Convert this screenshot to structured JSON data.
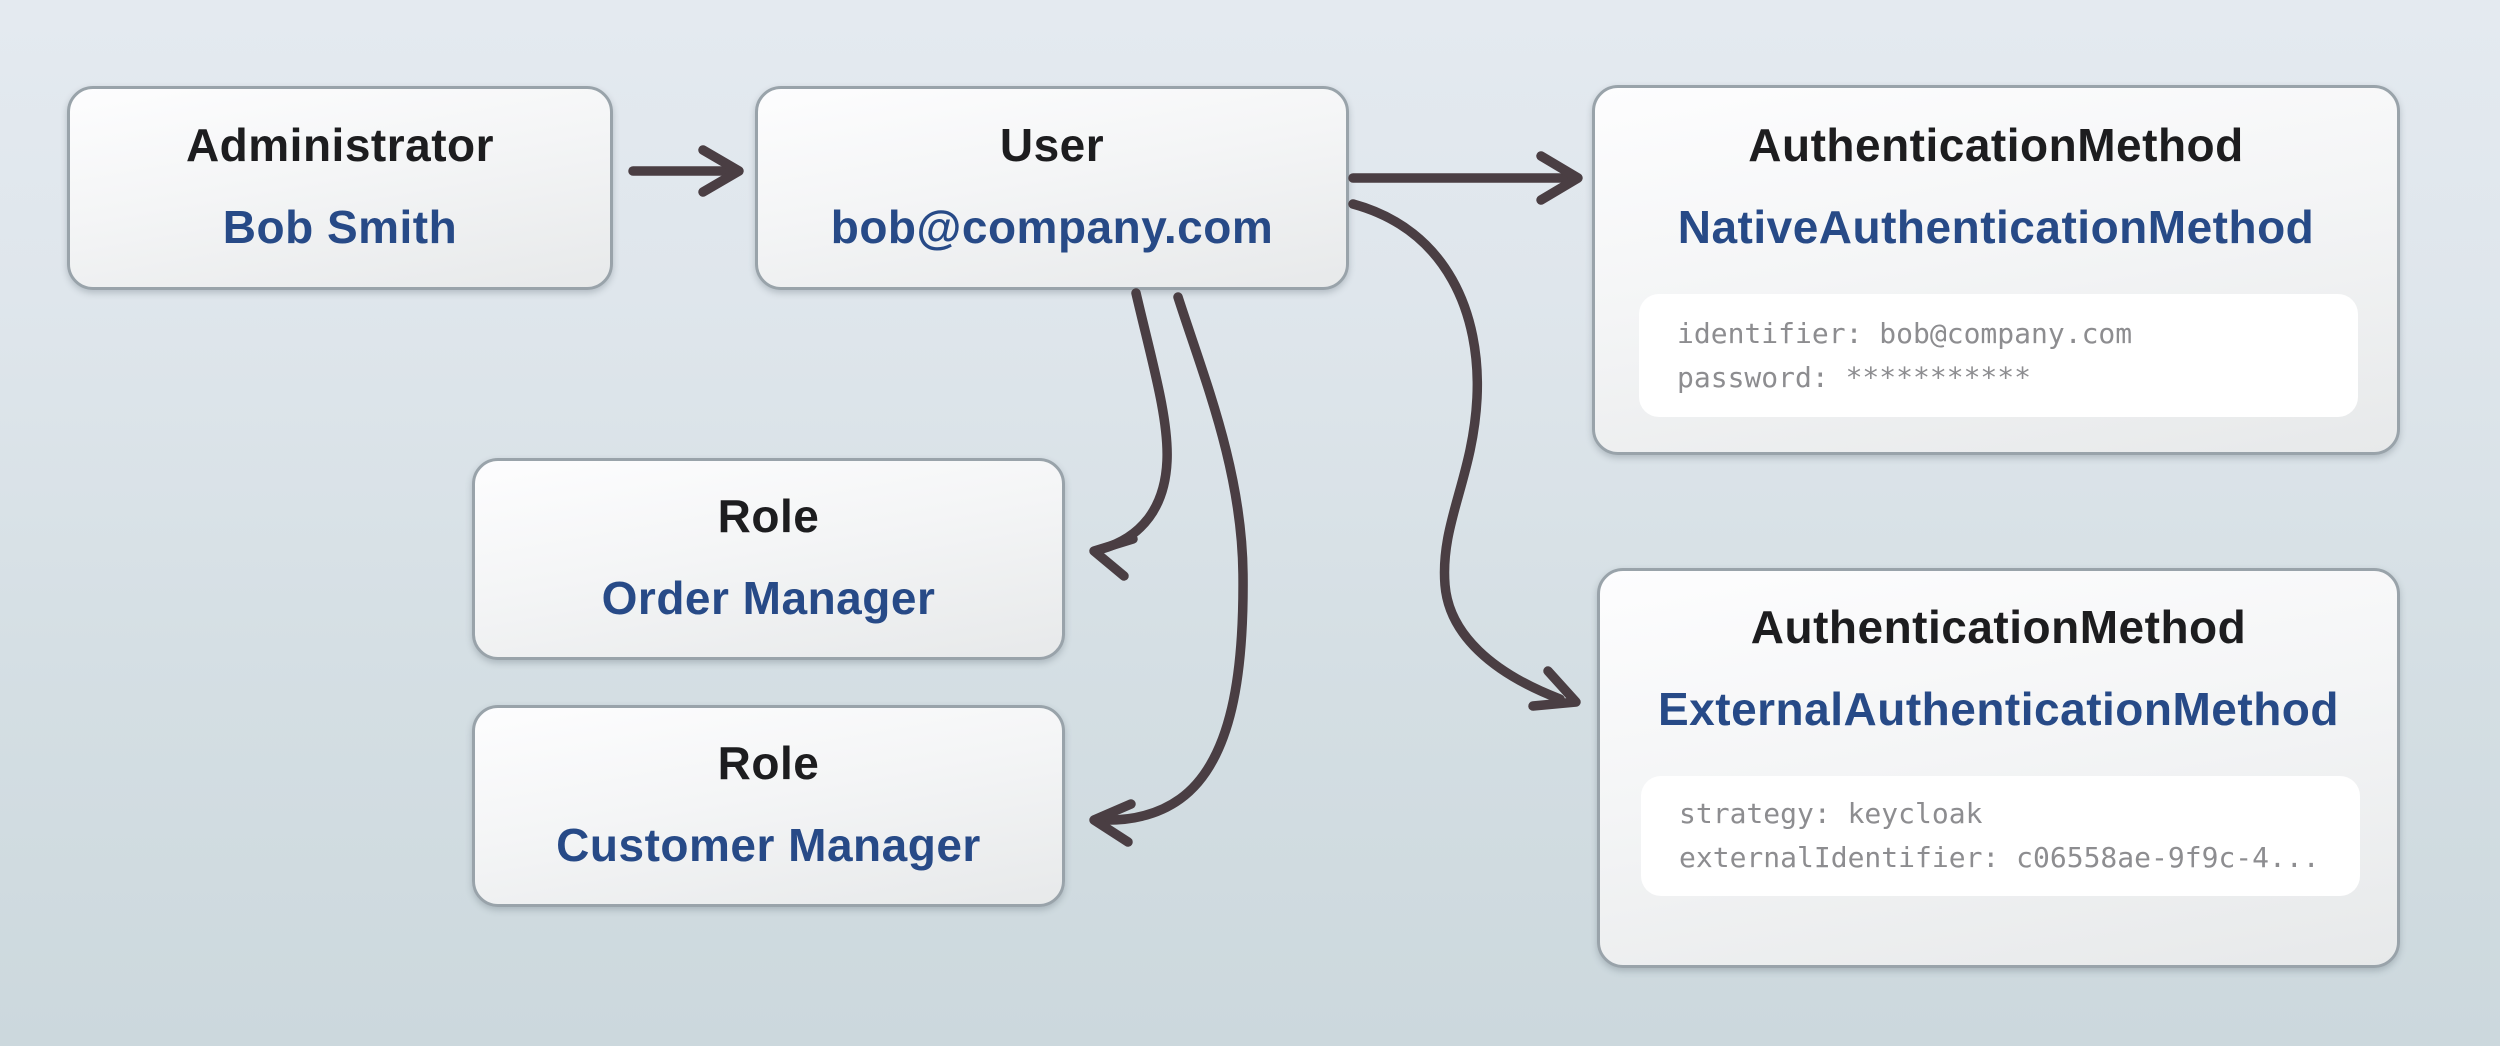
{
  "diagram": {
    "description": "Entity relationship diagram: Administrator owns User; User links to Roles and AuthenticationMethods",
    "colors": {
      "background_top": "#e4eaf0",
      "background_bottom": "#ccd8dd",
      "node_border": "#99a3aa",
      "node_fill_top": "#fdfdfe",
      "node_fill_bottom": "#e7e9ea",
      "title_text": "#1d1d1f",
      "value_text": "#274a87",
      "attribute_text": "#8d8d90",
      "attribute_panel": "#ffffff",
      "arrow": "#4a3e43"
    },
    "nodes": {
      "administrator": {
        "title": "Administrator",
        "value": "Bob Smith"
      },
      "user": {
        "title": "User",
        "value": "bob@company.com"
      },
      "native_auth": {
        "title": "AuthenticationMethod",
        "value": "NativeAuthenticationMethod",
        "attributes": {
          "line1": "identifier: bob@company.com",
          "line2": "password: ***********"
        }
      },
      "role_order": {
        "title": "Role",
        "value": "Order Manager"
      },
      "role_customer": {
        "title": "Role",
        "value": "Customer Manager"
      },
      "external_auth": {
        "title": "AuthenticationMethod",
        "value": "ExternalAuthenticationMethod",
        "attributes": {
          "line1": "strategy: keycloak",
          "line2": "externalIdentifier: c06558ae-9f9c-4..."
        }
      }
    },
    "edges": [
      {
        "from": "administrator",
        "to": "user"
      },
      {
        "from": "user",
        "to": "native_auth"
      },
      {
        "from": "user",
        "to": "external_auth"
      },
      {
        "from": "user",
        "to": "role_order"
      },
      {
        "from": "user",
        "to": "role_customer"
      }
    ]
  }
}
